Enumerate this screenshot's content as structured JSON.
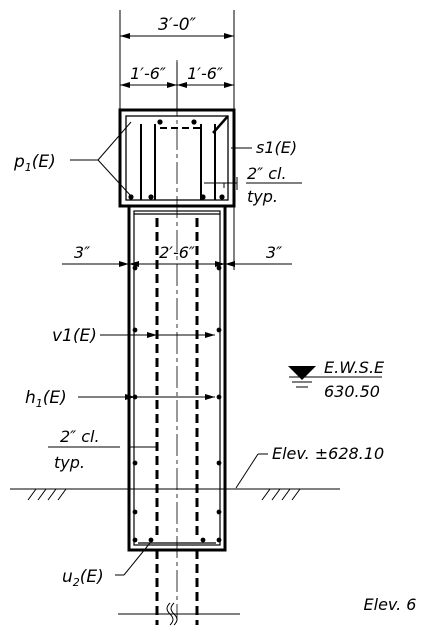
{
  "dimensions": {
    "overall_width": "3′-0″",
    "half_left": "1′-6″",
    "half_right": "1′-6″",
    "column_width": "2′-6″",
    "offset_left": "3″",
    "offset_right": "3″",
    "clear_cover_top_line1": "2″ cl.",
    "clear_cover_top_line2": "typ.",
    "clear_cover_side_line1": "2″ cl.",
    "clear_cover_side_line2": "typ."
  },
  "callouts": {
    "p1": "p",
    "p1_sub": "1",
    "p1_suffix": "(E)",
    "s1": "s1(E)",
    "v1": "v1(E)",
    "h1": "h",
    "h1_sub": "1",
    "h1_suffix": "(E)",
    "u2": "u",
    "u2_sub": "2",
    "u2_suffix": "(E)"
  },
  "water": {
    "label": "E.W.S.E",
    "value": "630.50"
  },
  "elevation_callout": "Elev.  ±628.10",
  "drawing_tag": "Elev. 6"
}
